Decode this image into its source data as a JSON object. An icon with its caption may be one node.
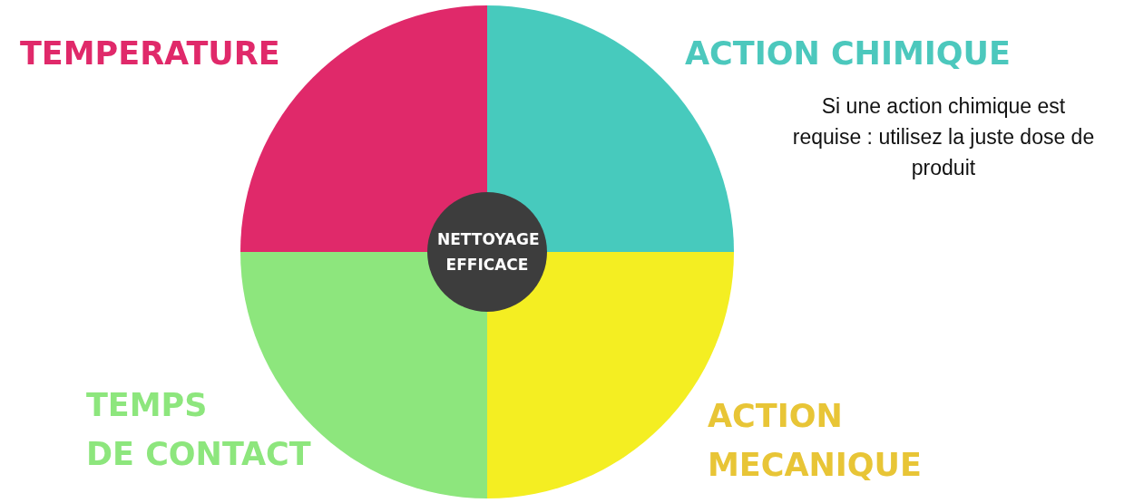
{
  "diagram": {
    "nodes": [
      {
        "text": [
          "TEMPERATURE"
        ]
      },
      {
        "text": [
          "ACTION CHIMIQUE",
          "Si une action chimique est requise : utilisez la juste dose de produit"
        ]
      },
      {
        "text": [
          "NETTOYAGE EFFICACE"
        ]
      },
      {
        "text": [
          "TEMPS DE CONTACT"
        ]
      },
      {
        "text": [
          "ACTION MECANIQUE"
        ]
      }
    ],
    "edges": []
  }
}
